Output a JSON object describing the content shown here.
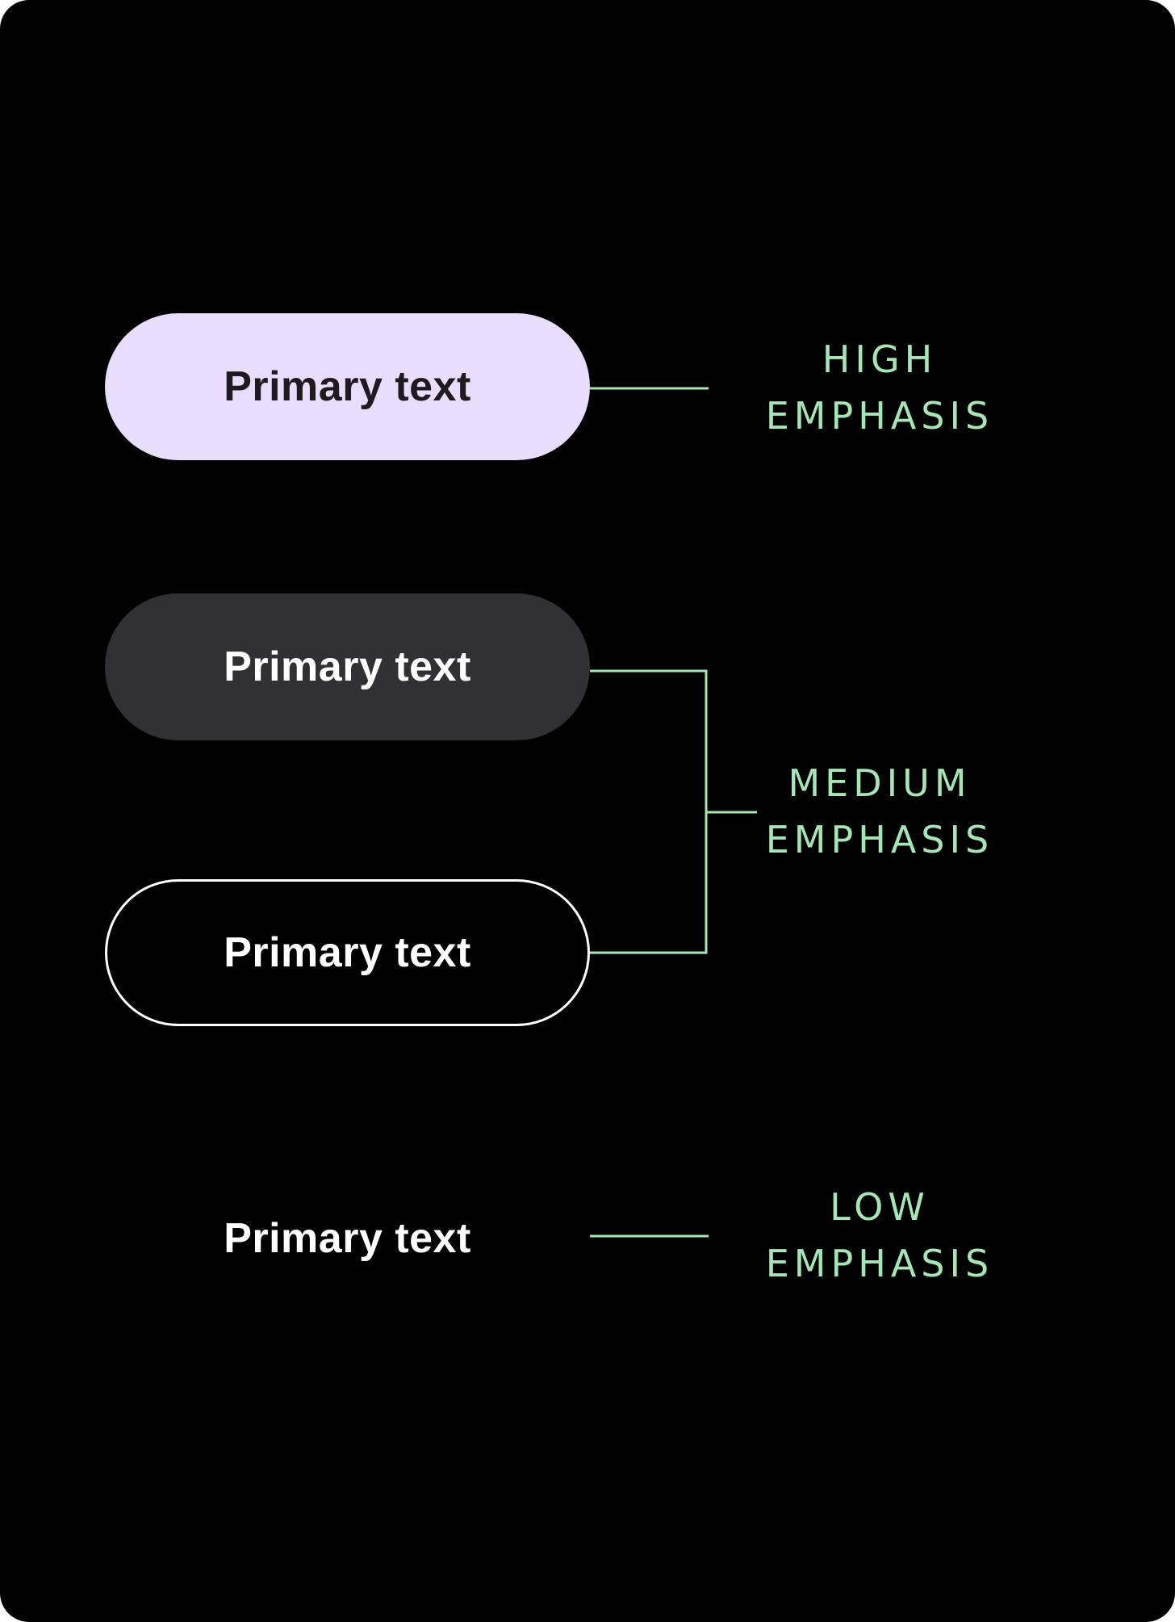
{
  "buttons": {
    "filled": {
      "label": "Primary text"
    },
    "tonal": {
      "label": "Primary text"
    },
    "outlined": {
      "label": "Primary text"
    },
    "text": {
      "label": "Primary text"
    }
  },
  "emphasis_labels": {
    "high": {
      "line1": "HIGH",
      "line2": "EMPHASIS"
    },
    "medium": {
      "line1": "MEDIUM",
      "line2": "EMPHASIS"
    },
    "low": {
      "line1": "LOW",
      "line2": "EMPHASIS"
    }
  },
  "colors": {
    "background": "#000000",
    "filled_button": "#e9ddfd",
    "filled_button_text": "#1d1b20",
    "tonal_button": "#313133",
    "button_text": "#ffffff",
    "outline": "#ffffff",
    "accent": "#a5e6b4"
  }
}
